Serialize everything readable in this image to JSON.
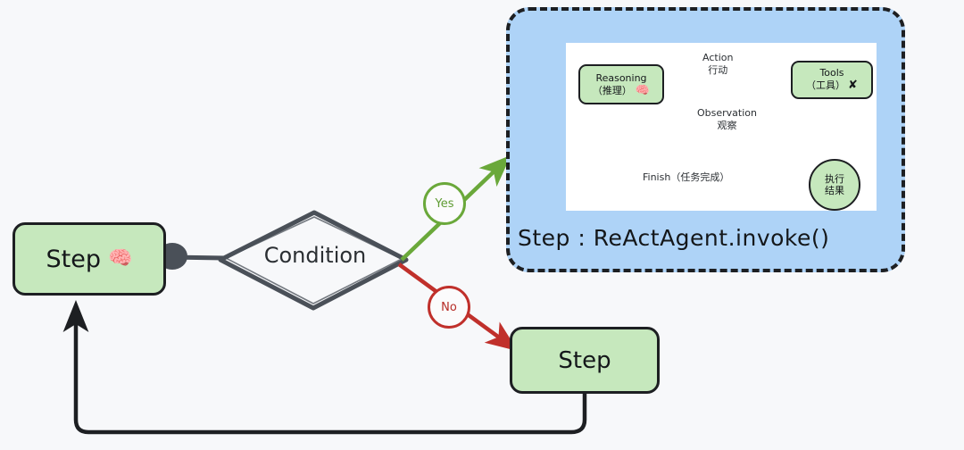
{
  "diagram": {
    "title": "ReAct Agent workflow flowchart",
    "background_color": "#f7f8fa"
  },
  "flow": {
    "step_left": {
      "label": "Step",
      "icon": "brain-emoji",
      "icon_glyph": "🧠",
      "fill_color": "#c6e8bd"
    },
    "connector_dot": {
      "color": "#4a5058"
    },
    "condition": {
      "label": "Condition",
      "shape": "diamond",
      "stroke_color": "#4a5058"
    },
    "branch_yes": {
      "label": "Yes",
      "color": "#6aa83a"
    },
    "branch_no": {
      "label": "No",
      "color": "#c0302b"
    },
    "step_bottom": {
      "label": "Step",
      "fill_color": "#c6e8bd"
    },
    "loop_back": {
      "description": "arrow returning from bottom Step to left Step",
      "color": "#1d1f22"
    }
  },
  "panel": {
    "caption": "Step : ReActAgent.invoke()",
    "background_color": "#aed3f7",
    "border_style": "dashed",
    "border_color": "#1d1f22"
  },
  "react_diagram": {
    "nodes": {
      "reasoning": {
        "line1": "Reasoning",
        "line2": "（推理）",
        "icon": "brain-emoji",
        "icon_glyph": "🧠"
      },
      "tools": {
        "line1": "Tools",
        "line2": "（工具）",
        "icon": "tools-cross-icon",
        "icon_glyph": "✘"
      },
      "result": {
        "line1": "执行",
        "line2": "结果"
      }
    },
    "edges": {
      "action": {
        "line1": "Action",
        "line2": "行动"
      },
      "observation": {
        "line1": "Observation",
        "line2": "观察"
      },
      "finish": {
        "text": "Finish（任务完成）"
      }
    }
  }
}
